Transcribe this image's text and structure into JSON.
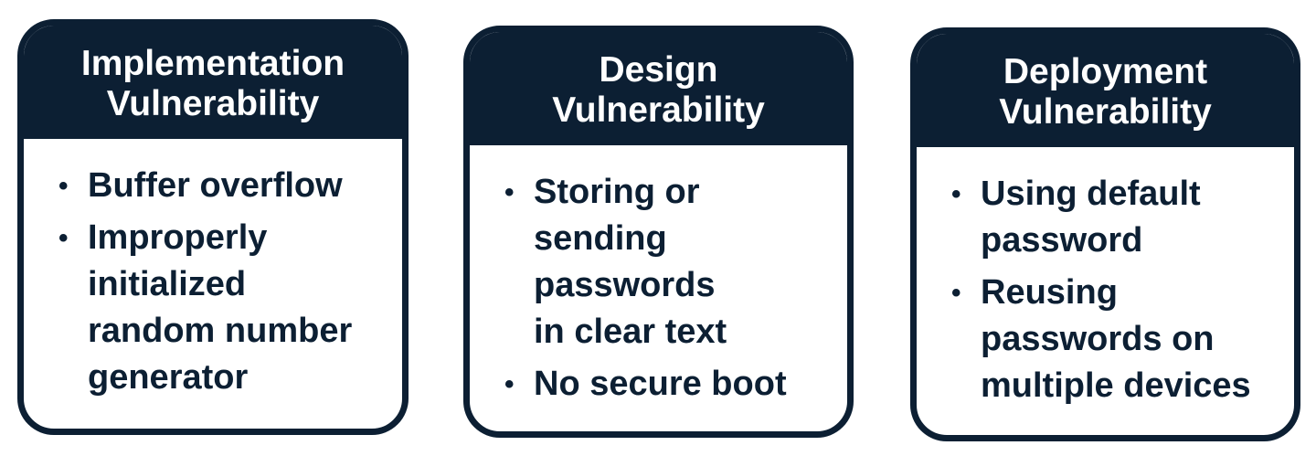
{
  "cards": [
    {
      "title": [
        "Implementation",
        "Vulnerability"
      ],
      "items": [
        [
          "Buffer overflow"
        ],
        [
          "Improperly",
          "initialized",
          "random number",
          "generator"
        ]
      ]
    },
    {
      "title": [
        "Design",
        "Vulnerability"
      ],
      "items": [
        [
          "Storing or",
          "sending",
          "passwords",
          "in clear text"
        ],
        [
          "No secure boot"
        ]
      ]
    },
    {
      "title": [
        "Deployment",
        "Vulnerability"
      ],
      "items": [
        [
          "Using default",
          "password"
        ],
        [
          "Reusing",
          "passwords on",
          "multiple devices"
        ]
      ]
    }
  ],
  "colors": {
    "navy": "#0c1f33",
    "background": "#ffffff"
  }
}
